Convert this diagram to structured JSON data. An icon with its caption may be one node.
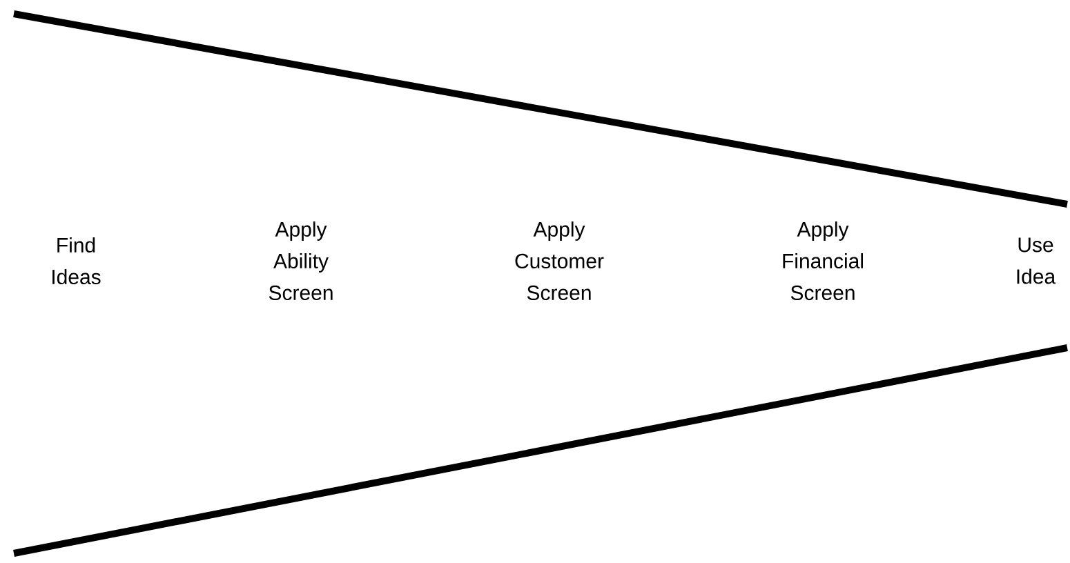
{
  "diagram": {
    "labels": [
      "Find Ideas",
      "Apply Ability Screen",
      "Apply Customer Screen",
      "Apply Financial Screen",
      "Use Idea"
    ]
  }
}
